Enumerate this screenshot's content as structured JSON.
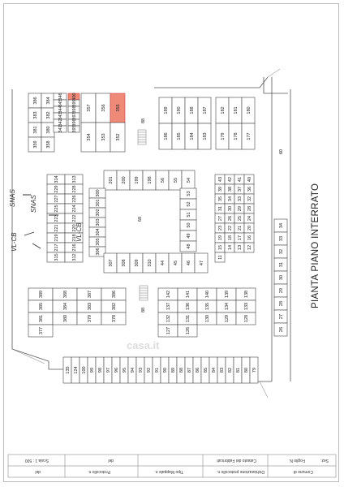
{
  "drawing_title": "PIANTA PIANO INTERRATO",
  "watermark": "casa.it",
  "labels": {
    "road_right": "60",
    "road_top": "88",
    "inner_center": "88",
    "left_bottom": "88"
  },
  "handwritten": {
    "mark_a": "SNAS",
    "mark_b": "SNAS",
    "mark_c": "VL-CB",
    "mark_d": "VL-CB"
  },
  "title_block": {
    "cell1": "Protocollo n.",
    "cell2": "del",
    "cell3": "Tipo Mappale n.",
    "cell4": "del",
    "cell5": "Scala 1 : 500",
    "cell6": "Dichiarazione protocollo n.",
    "cell7": "Catasto dei Fabbricati",
    "cell8": "Comune di",
    "cell9": "Foglio N.",
    "cell10": "Sez."
  },
  "blocks": {
    "top_left_a": [
      "386",
      "384",
      "383",
      "382",
      "381",
      "380",
      "359",
      "358"
    ],
    "top_left_b": [
      "346",
      "345",
      "344",
      "343",
      "342",
      "341"
    ],
    "top_left_c": [
      "400",
      "399",
      "398",
      "397",
      "396",
      "395"
    ],
    "top_left_d": [
      "357",
      "356",
      "355",
      "354",
      "353",
      "352"
    ],
    "top_right_a": [
      "189",
      "190",
      "188",
      "187",
      "186",
      "185",
      "184",
      "183"
    ],
    "top_right_b": [
      "182",
      "181",
      "180",
      "179",
      "178",
      "177"
    ],
    "left_mid": [
      "314",
      "313",
      "229",
      "228",
      "227",
      "226",
      "225",
      "224",
      "223",
      "222",
      "221",
      "220",
      "219",
      "218",
      "217",
      "216",
      "315",
      "312"
    ],
    "center_top": [
      "201",
      "200",
      "199",
      "198",
      "56",
      "55",
      "54"
    ],
    "center_left": [
      "300",
      "301",
      "302",
      "303",
      "304",
      "305",
      "306"
    ],
    "center_bottom": [
      "307",
      "308",
      "309",
      "310",
      "44",
      "45",
      "46",
      "47"
    ],
    "center_right": [
      "53",
      "52",
      "51",
      "50",
      "49",
      "48"
    ],
    "center": "68",
    "right_mid": [
      "43",
      "42",
      "41",
      "40",
      "39",
      "38",
      "37",
      "36",
      "35",
      "34",
      "33",
      "32",
      "31",
      "30",
      "29",
      "28",
      "27",
      "26",
      "25",
      "24",
      "23",
      "22",
      "21",
      "20",
      "19",
      "18",
      "17",
      "16",
      "15",
      "14",
      "13",
      "12",
      "11"
    ],
    "bottom_left": [
      "389",
      "388",
      "387",
      "386",
      "385",
      "384",
      "383",
      "382",
      "381",
      "380",
      "379",
      "378",
      "377"
    ],
    "bottom_right": [
      "142",
      "141",
      "140",
      "139",
      "138",
      "137",
      "136",
      "135",
      "134",
      "133",
      "132",
      "131",
      "130",
      "129",
      "128",
      "127",
      "126"
    ],
    "bottom_row": [
      "135",
      "124",
      "100",
      "99",
      "98",
      "97",
      "96",
      "95",
      "94",
      "93",
      "92",
      "91",
      "90",
      "89",
      "88",
      "87",
      "86",
      "85",
      "84",
      "83",
      "82",
      "81",
      "80",
      "79"
    ],
    "right_bottom_col": [
      "34",
      "33",
      "32",
      "31",
      "30",
      "29",
      "28",
      "27",
      "26"
    ]
  }
}
